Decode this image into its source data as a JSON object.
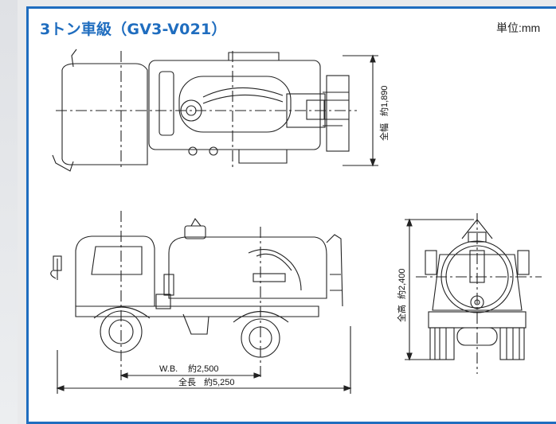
{
  "header": {
    "title": "3トン車級（GV3-V021）",
    "unit": "単位:mm"
  },
  "dimensions": {
    "width_label": "全幅",
    "width_value": "約1,890",
    "height_label": "全高",
    "height_value": "約2,400",
    "wheelbase_label": "W.B.",
    "wheelbase_value": "約2,500",
    "length_label": "全長",
    "length_value": "約5,250"
  },
  "colors": {
    "accent": "#1f6dbf",
    "line": "#222222"
  }
}
